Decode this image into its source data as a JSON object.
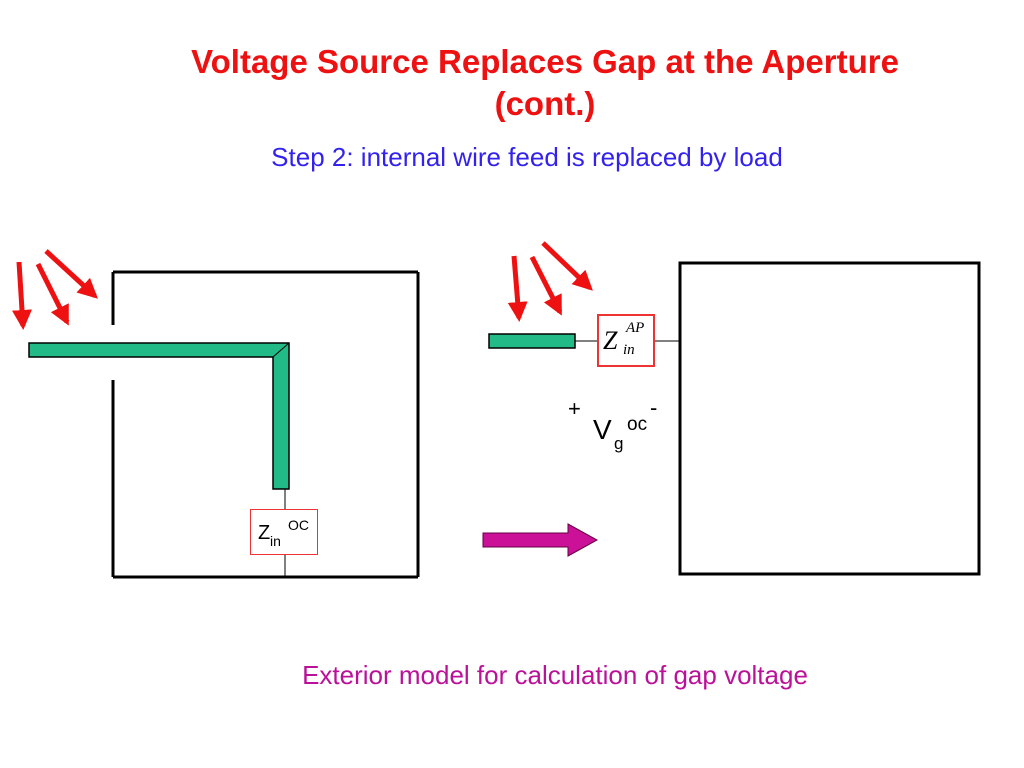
{
  "slide": {
    "title_line1": "Voltage Source Replaces Gap at the Aperture",
    "title_line2": "(cont.)",
    "subtitle": "Step 2: internal wire feed is replaced by load",
    "caption": "Exterior model for calculation of gap voltage"
  },
  "left_model": {
    "load": {
      "symbol": "Z",
      "subscript": "in",
      "superscript": "OC"
    }
  },
  "right_model": {
    "aperture_impedance": {
      "symbol": "Z",
      "subscript": "in",
      "superscript": "AP"
    },
    "source_voltage": {
      "plus": "+",
      "symbol": "V",
      "subscript": "g",
      "superscript": "oc",
      "minus": "-"
    }
  },
  "colors": {
    "title": "#ee1111",
    "subtitle": "#3322ee",
    "caption": "#bb1199",
    "wire": "#22bb88",
    "incident_arrows": "#ee1111",
    "transition_arrow": "#cc1199",
    "box_border": "#000000",
    "impedance_border": "#ee3333"
  },
  "icons": {
    "incident_wave": "red-arrow-icon",
    "transition": "magenta-right-arrow-icon"
  }
}
